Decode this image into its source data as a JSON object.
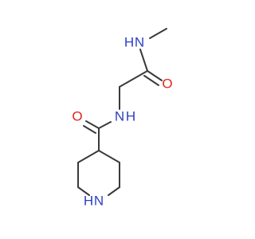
{
  "molecule": {
    "atoms": {
      "n_methylamide": {
        "label": "N",
        "hydrogen": "H"
      },
      "o_glycine_carbonyl": {
        "label": "O"
      },
      "n_amide": {
        "label": "N",
        "hydrogen": "H"
      },
      "o_piperidine_carbonyl": {
        "label": "O"
      },
      "n_piperidine": {
        "label": "N",
        "hydrogen": "H"
      }
    },
    "colors": {
      "bond": "#3a3a3a",
      "nitrogen": "#2b3fc6",
      "oxygen": "#e0241f"
    }
  }
}
